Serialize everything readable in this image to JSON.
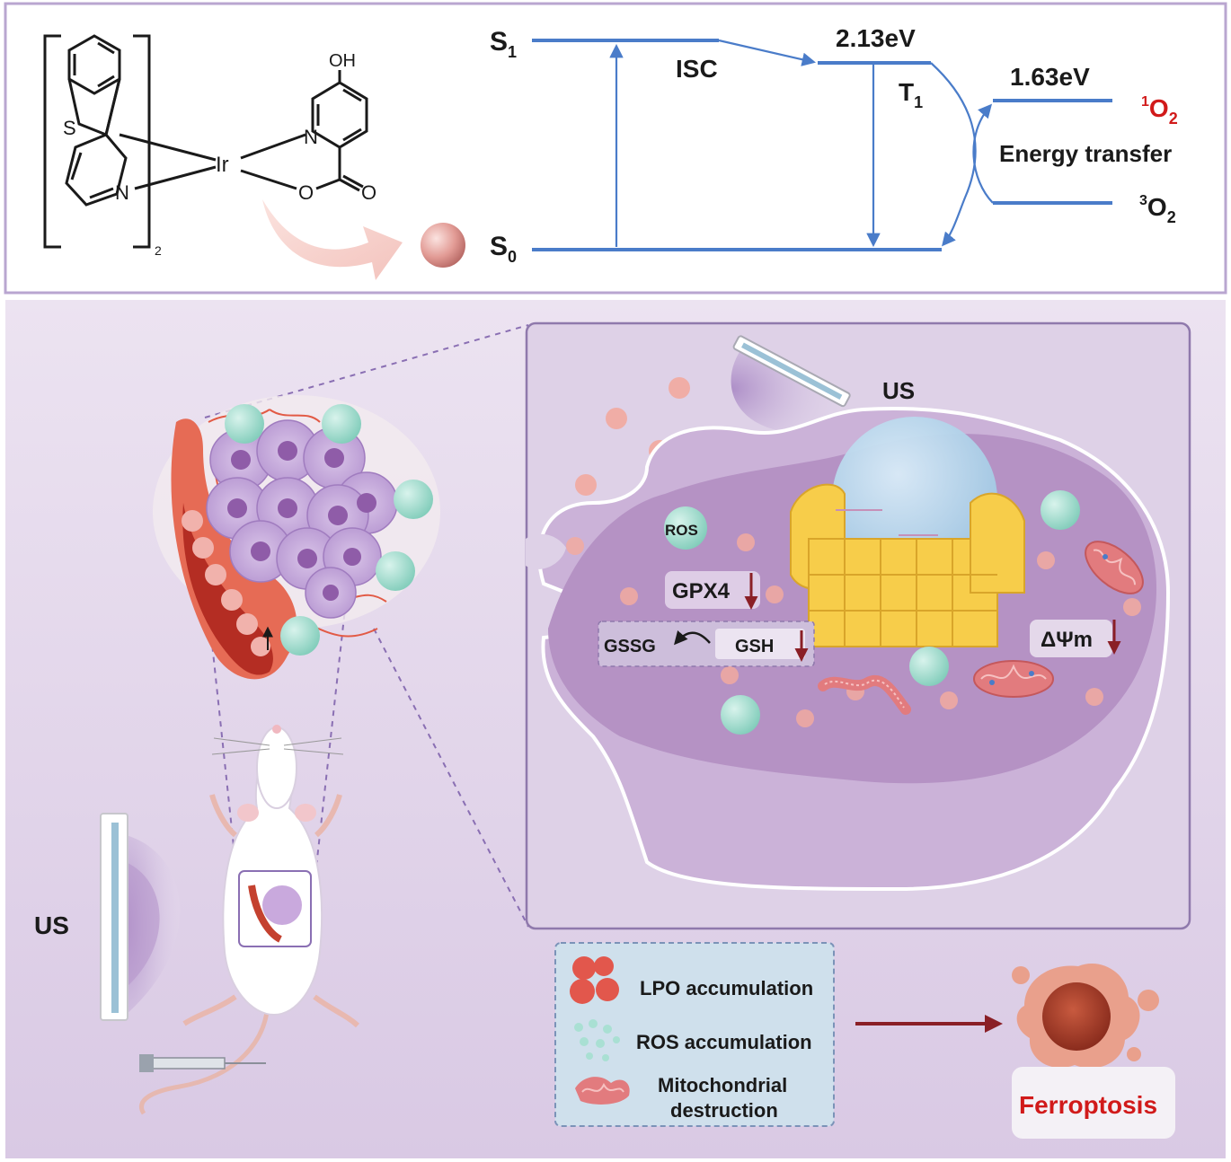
{
  "molecule": {
    "atom_S": "S",
    "atom_N1": "N",
    "atom_N2": "N",
    "atom_Ir": "Ir",
    "atom_OH": "OH",
    "atom_O1": "O",
    "atom_O2": "O",
    "subscript": "2"
  },
  "energy": {
    "s1_main": "S",
    "s1_sub": "1",
    "s0_main": "S",
    "s0_sub": "0",
    "isc": "ISC",
    "t1_energy": "2.13eV",
    "t1_main": "T",
    "t1_sub": "1",
    "o2_energy": "1.63eV",
    "singlet_sup": "1",
    "singlet_main": "O",
    "singlet_sub": "2",
    "triplet_sup": "3",
    "triplet_main": "O",
    "triplet_sub": "2",
    "energy_transfer": "Energy transfer"
  },
  "cell": {
    "us_label": "US",
    "ros": "ROS",
    "gpx4": "GPX4",
    "gssg": "GSSG",
    "gsh": "GSH",
    "delta_psi": "ΔΨm"
  },
  "mouse": {
    "us_label": "US"
  },
  "legend": {
    "lpo": "LPO accumulation",
    "ros": "ROS accumulation",
    "mito_line1": "Mitochondrial",
    "mito_line2": "destruction"
  },
  "outcome": {
    "ferroptosis": "Ferroptosis"
  },
  "colors": {
    "level_blue": "#4a7cc9",
    "panel_border": "#b9a6d0",
    "cell_purple": "#b592c4",
    "teal_particle": "#8fd3c4",
    "salmon_particle": "#f2aaa0",
    "golgi_yellow": "#f7cd4a",
    "dark_red_arrow": "#8a1f26",
    "ferroptosis_red": "#d11a1a"
  }
}
